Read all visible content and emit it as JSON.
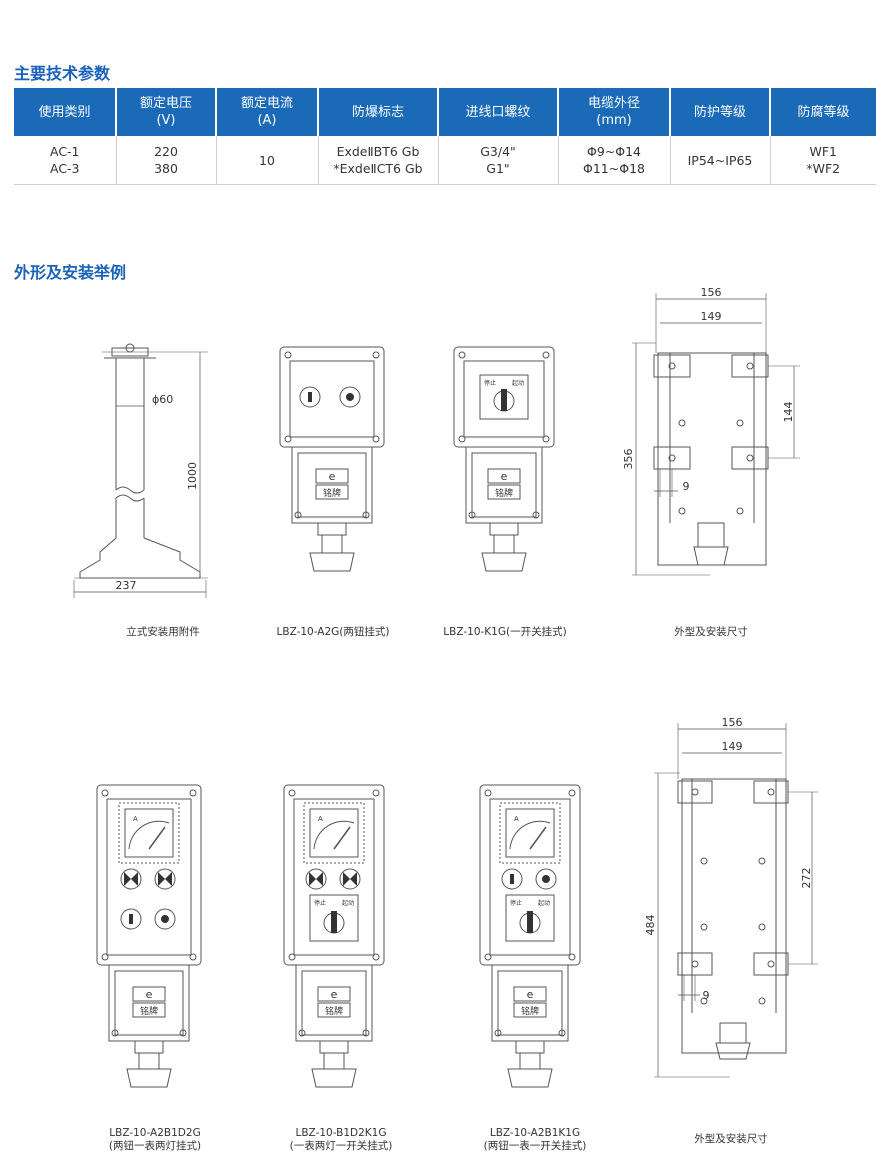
{
  "sections": {
    "tech_title": "主要技术参数",
    "shape_title": "外形及安装举例"
  },
  "table": {
    "headers": [
      [
        "使用类别",
        ""
      ],
      [
        "额定电压",
        "(V)"
      ],
      [
        "额定电流",
        "(A)"
      ],
      [
        "防爆标志",
        ""
      ],
      [
        "进线口螺纹",
        ""
      ],
      [
        "电缆外径",
        "(mm)"
      ],
      [
        "防护等级",
        ""
      ],
      [
        "防腐等级",
        ""
      ]
    ],
    "cells": [
      [
        "AC-1",
        "AC-3"
      ],
      [
        "220",
        "380"
      ],
      [
        "10",
        ""
      ],
      [
        "ExdeⅡBT6 Gb",
        "*ExdeⅡCT6 Gb"
      ],
      [
        "G3/4\"",
        "G1\""
      ],
      [
        "Φ9~Φ14",
        "Φ11~Φ18"
      ],
      [
        "IP54~IP65",
        ""
      ],
      [
        "WF1",
        "*WF2"
      ]
    ]
  },
  "figures": {
    "stand": {
      "caption": "立式安装用附件",
      "dia": "ϕ60",
      "height": "1000",
      "width": "237"
    },
    "a2g": {
      "caption": "LBZ-10-A2G(两钮挂式)"
    },
    "k1g": {
      "caption": "LBZ-10-K1G(一开关挂式)"
    },
    "dim1": {
      "caption": "外型及安装尺寸",
      "w_outer": "156",
      "w_inner": "149",
      "h_total": "356",
      "h_mount": "144",
      "slot": "9"
    },
    "a2b1d2g": {
      "caption1": "LBZ-10-A2B1D2G",
      "caption2": "(两钮一表两灯挂式)"
    },
    "b1d2k1g": {
      "caption1": "LBZ-10-B1D2K1G",
      "caption2": "(一表两灯一开关挂式)"
    },
    "a2b1k1g": {
      "caption1": "LBZ-10-A2B1K1G",
      "caption2": "(两钮一表一开关挂式)"
    },
    "dim2": {
      "caption": "外型及安装尺寸",
      "w_outer": "156",
      "w_inner": "149",
      "h_total": "484",
      "h_mount": "272",
      "slot": "9"
    }
  },
  "plate": {
    "logo": "e",
    "label": "铭牌",
    "meter_unit": "A",
    "switch_left": "停止",
    "switch_right": "起动"
  },
  "colors": {
    "title": "#1a62b8",
    "header_bg": "#1a6ab8",
    "line": "#555555"
  }
}
